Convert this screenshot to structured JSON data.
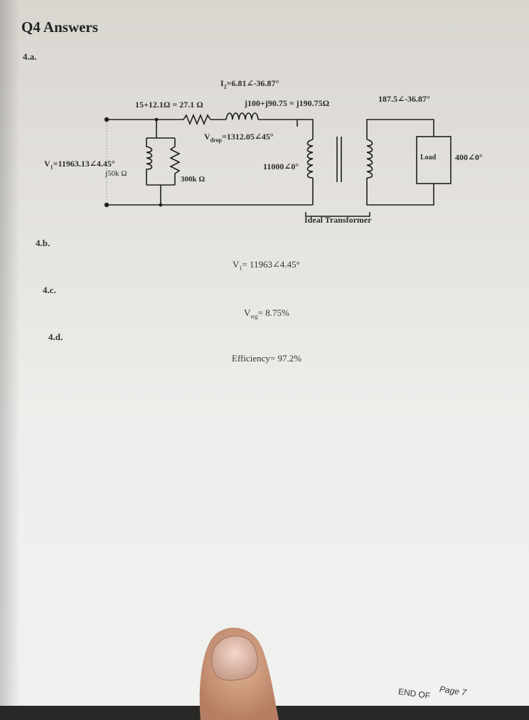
{
  "heading": "Q4 Answers",
  "parts": {
    "a": {
      "label": "4.a."
    },
    "b": {
      "label": "4.b.",
      "answer_prefix": "V",
      "answer_sub": "1",
      "answer_value": "= 11963∠4.45°"
    },
    "c": {
      "label": "4.c.",
      "answer_prefix": "V",
      "answer_sub": "reg",
      "answer_value": "= 8.75%"
    },
    "d": {
      "label": "4.d.",
      "answer": "Efficiency= 97.2%"
    }
  },
  "circuit": {
    "current_main": "I",
    "current_sub": "2",
    "current_value": "=6.81∠-36.87°",
    "series_resistance": "15+12.1Ω = 27.1 Ω",
    "series_reactance": "j100+j90.75 = j190.75Ω",
    "load_current": "187.5∠-36.87°",
    "vdrop_main": "V",
    "vdrop_sub": "drop",
    "vdrop_value": "=1312.05∠45°",
    "v1_main": "V",
    "v1_sub": "1",
    "v1_value": "=11963.13∠4.45°",
    "shunt_reactance": "j50k Ω",
    "shunt_resistance": "300k Ω",
    "primary_voltage": "11000∠0°",
    "load_label": "Load",
    "load_voltage": "400∠0°",
    "transformer_label": "Ideal Transformer"
  },
  "footer": {
    "end_text": "END OF",
    "page_text": "Page 7"
  }
}
